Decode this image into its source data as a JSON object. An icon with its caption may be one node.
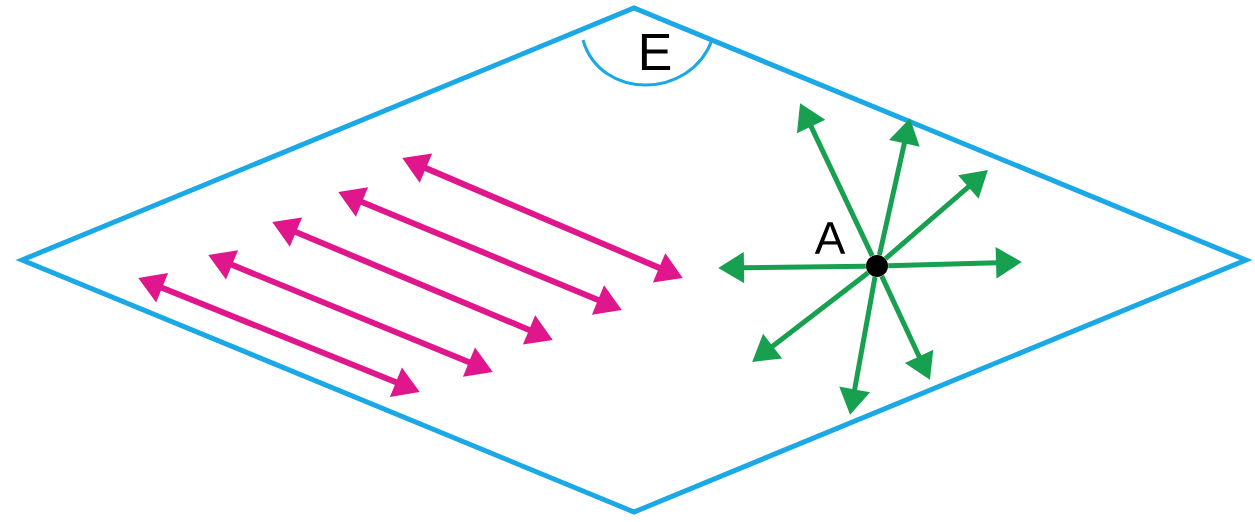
{
  "diagram": {
    "nodes": [
      {
        "text": [
          "E"
        ]
      },
      {
        "text": [],
        "shape": "circle",
        "beside": [
          "A"
        ],
        "in": 0
      }
    ],
    "edges": [
      {
        "from": 1,
        "to": null,
        "arrow": "to"
      },
      {
        "from": 1,
        "to": null,
        "arrow": "to"
      },
      {
        "from": 1,
        "to": null,
        "arrow": "to"
      },
      {
        "from": 1,
        "to": null,
        "arrow": "to"
      },
      {
        "from": 1,
        "to": null,
        "arrow": "to"
      },
      {
        "from": 1,
        "to": null,
        "arrow": "to"
      },
      {
        "from": 1,
        "to": null,
        "arrow": "to"
      },
      {
        "from": 1,
        "to": null,
        "arrow": "to"
      }
    ]
  }
}
